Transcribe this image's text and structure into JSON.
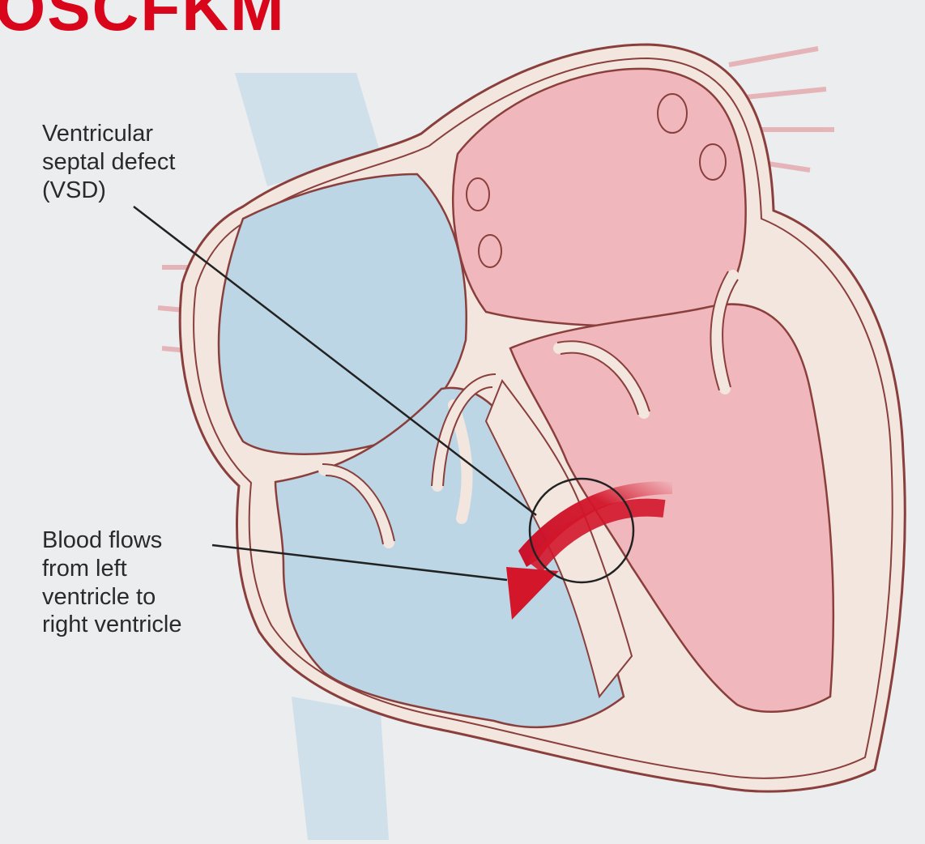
{
  "title_fragment": "OSCFKM",
  "labels": {
    "vsd": "Ventricular\nseptal defect\n(VSD)",
    "flow": "Blood flows\nfrom left\nventricle to\nright ventricle"
  },
  "colors": {
    "background": "#ecedee",
    "heart_wall": "#f2e6de",
    "outline": "#8a3f3c",
    "deoxygenated": "#bcd6e6",
    "oxygenated": "#f0b8bd",
    "arrow": "#d3162a",
    "title": "#d9061b"
  }
}
